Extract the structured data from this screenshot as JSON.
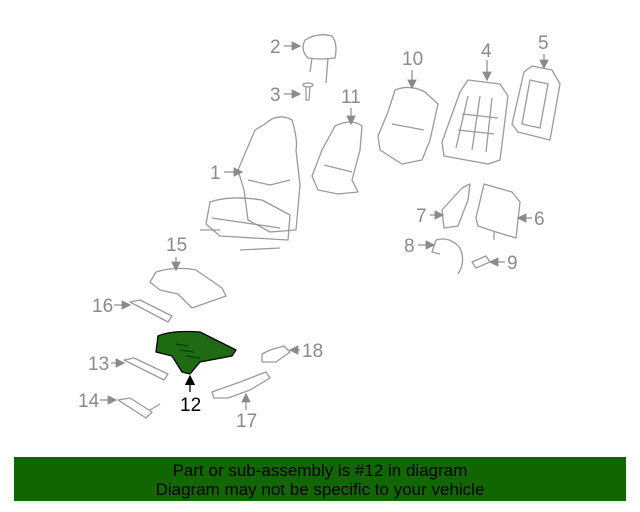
{
  "diagram": {
    "highlighted_part": "12",
    "colors": {
      "line": "#9a9a9a",
      "highlight_fill": "#1f6b14",
      "highlight_stroke": "#000000",
      "banner_bg": "#126600"
    },
    "callouts": [
      {
        "id": "1",
        "label": "1"
      },
      {
        "id": "2",
        "label": "2"
      },
      {
        "id": "3",
        "label": "3"
      },
      {
        "id": "4",
        "label": "4"
      },
      {
        "id": "5",
        "label": "5"
      },
      {
        "id": "6",
        "label": "6"
      },
      {
        "id": "7",
        "label": "7"
      },
      {
        "id": "8",
        "label": "8"
      },
      {
        "id": "9",
        "label": "9"
      },
      {
        "id": "10",
        "label": "10"
      },
      {
        "id": "11",
        "label": "11"
      },
      {
        "id": "12",
        "label": "12"
      },
      {
        "id": "13",
        "label": "13"
      },
      {
        "id": "14",
        "label": "14"
      },
      {
        "id": "15",
        "label": "15"
      },
      {
        "id": "16",
        "label": "16"
      },
      {
        "id": "17",
        "label": "17"
      },
      {
        "id": "18",
        "label": "18"
      }
    ]
  },
  "banner": {
    "line1": "Part or sub-assembly is #12 in diagram",
    "line2": "Diagram may not be specific to your vehicle"
  }
}
